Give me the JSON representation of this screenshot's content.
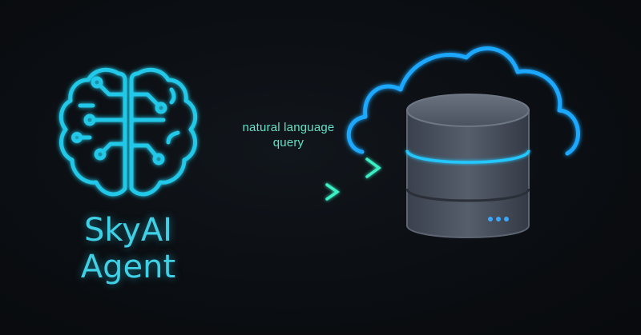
{
  "brand": {
    "line1": "SkyAI",
    "line2": "Agent"
  },
  "flow": {
    "label_line1": "natural language",
    "label_line2": "query"
  },
  "icons": {
    "agent": "brain-circuit-icon",
    "arrows": "arrow-right-icon",
    "target": "cloud-database-icon"
  },
  "colors": {
    "background": "#0b0e12",
    "brain_cyan": "#23c8e8",
    "brand_text": "#3fd0e6",
    "arrow_green": "#2fe0b8",
    "label_green": "#63e0c6",
    "cloud_blue": "#1fa8ff",
    "database_body": "#4a5260",
    "database_accent": "#23c8ff"
  }
}
